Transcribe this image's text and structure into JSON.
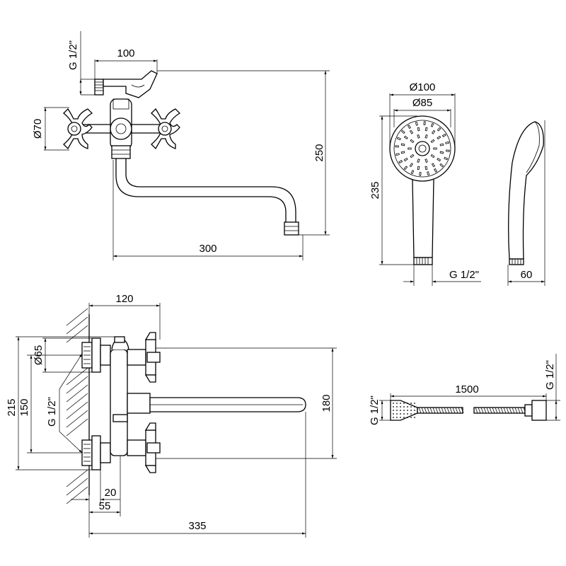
{
  "drawing": {
    "front_view": {
      "width_top": "100",
      "thread_top": "G 1/2\"",
      "handle_diameter": "Ø70",
      "height": "250",
      "spout_length": "300"
    },
    "shower_head": {
      "outer_diameter": "Ø100",
      "face_diameter": "Ø85",
      "length": "235",
      "thread": "G 1/2\"",
      "depth": "60"
    },
    "side_view": {
      "top_width": "120",
      "flange_diameter": "Ø65",
      "outer_height": "215",
      "inlet_spacing": "150",
      "thread": "G 1/2\"",
      "spout_height": "180",
      "offset_20": "20",
      "offset_55": "55",
      "total_length": "335"
    },
    "hose": {
      "length": "1500",
      "thread_left": "G 1/2\"",
      "thread_right": "G 1/2\""
    }
  }
}
